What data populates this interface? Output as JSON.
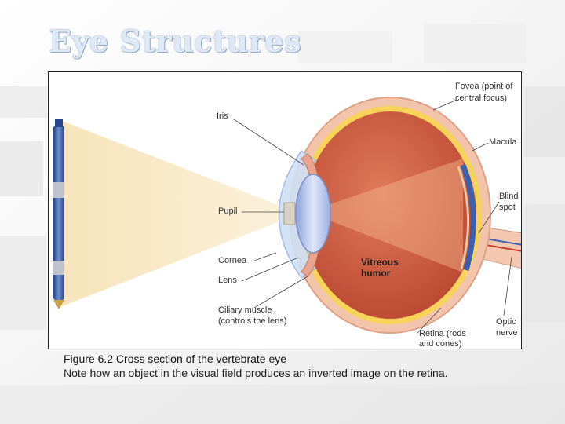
{
  "slide": {
    "title": "Eye Structures"
  },
  "figure": {
    "labels": {
      "iris": "Iris",
      "pupil": "Pupil",
      "cornea": "Cornea",
      "lens": "Lens",
      "ciliary_line1": "Ciliary muscle",
      "ciliary_line2": "(controls the lens)",
      "vitreous_line1": "Vitreous",
      "vitreous_line2": "humor",
      "fovea_line1": "Fovea (point of",
      "fovea_line2": "central focus)",
      "macula": "Macula",
      "blind_line1": "Blind",
      "blind_line2": "spot",
      "retina_line1": "Retina (rods",
      "retina_line2": "and cones)",
      "optic_line1": "Optic",
      "optic_line2": "nerve"
    },
    "colors": {
      "light_cone": "#f6e3b8",
      "vitreous": "#c8553c",
      "sclera": "#f2c4ac",
      "lens": "#b8c6ea",
      "cornea": "#cfe0f4",
      "pen_body": "#3a5fa8"
    }
  },
  "caption": {
    "title": "Figure 6.2  Cross section of the vertebrate eye",
    "note": "Note how an object in the visual field produces an inverted image on the retina."
  }
}
